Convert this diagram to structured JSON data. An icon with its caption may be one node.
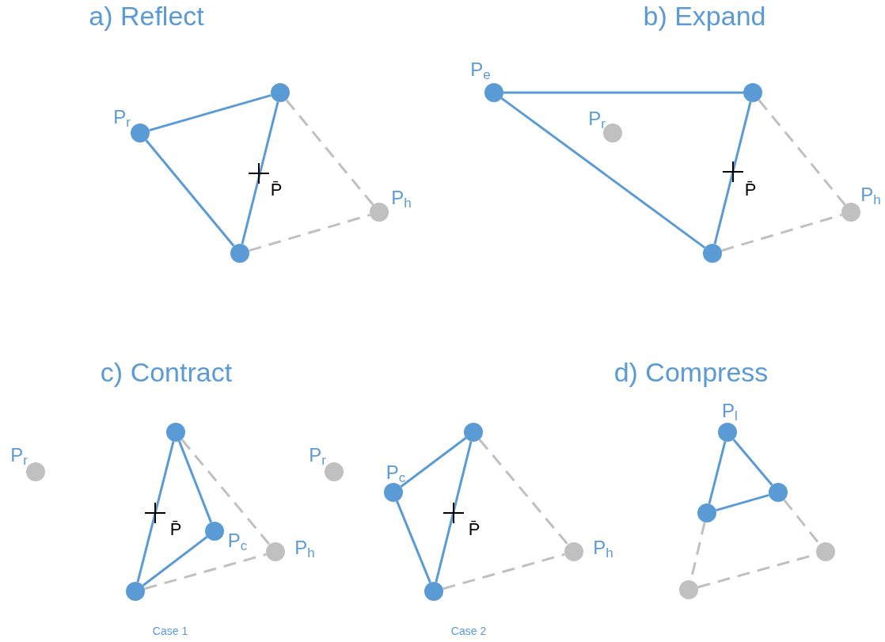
{
  "diagram": {
    "nodes": [
      {
        "text": [],
        "shape": "circle",
        "beside": [
          "P$_{r}$"
        ]
      },
      {
        "text": [],
        "shape": "circle"
      },
      {
        "text": [],
        "shape": "circle"
      },
      {
        "text": [],
        "shape": "circle",
        "beside": [
          "P$_{h}$"
        ]
      },
      {
        "text": [],
        "shape": "circle",
        "beside": [
          "P$_{e}$"
        ]
      },
      {
        "text": [],
        "shape": "circle"
      },
      {
        "text": [],
        "shape": "circle",
        "beside": [
          "P$_{r}$"
        ]
      },
      {
        "text": [],
        "shape": "circle",
        "beside": [
          "P$_{h}$"
        ]
      },
      {
        "text": [],
        "shape": "circle"
      },
      {
        "text": [],
        "shape": "circle",
        "beside": [
          "P$_{r}$"
        ]
      },
      {
        "text": [],
        "shape": "circle"
      },
      {
        "text": [],
        "shape": "circle",
        "beside": [
          "P$_{c}$"
        ]
      },
      {
        "text": [],
        "shape": "circle",
        "beside": [
          "P$_{h}$"
        ]
      },
      {
        "text": [],
        "shape": "circle"
      },
      {
        "text": [],
        "shape": "circle",
        "beside": [
          "P$_{r}$"
        ]
      },
      {
        "text": [],
        "shape": "circle"
      },
      {
        "text": [],
        "shape": "circle",
        "beside": [
          "P$_{c}$"
        ]
      },
      {
        "text": [],
        "shape": "circle",
        "beside": [
          "P$_{h}$"
        ]
      },
      {
        "text": [],
        "shape": "circle"
      },
      {
        "text": [],
        "shape": "circle",
        "beside": [
          "P$_{l}$"
        ]
      },
      {
        "text": [],
        "shape": "circle"
      },
      {
        "text": [],
        "shape": "circle"
      },
      {
        "text": [],
        "shape": "circle"
      },
      {
        "text": [],
        "shape": "circle"
      }
    ],
    "edges": [
      {
        "from": 0,
        "to": 1,
        "arrow": "none"
      },
      {
        "from": 1,
        "to": 2,
        "arrow": "none"
      },
      {
        "from": 2,
        "to": 0,
        "arrow": "none"
      },
      {
        "from": 1,
        "to": 3,
        "arrow": "none",
        "style": "dashed",
        "color": "#c0c0c0"
      },
      {
        "from": 2,
        "to": 3,
        "arrow": "none",
        "style": "dashed",
        "color": "#c0c0c0"
      },
      {
        "from": 4,
        "to": 5,
        "arrow": "none"
      },
      {
        "from": 5,
        "to": 8,
        "arrow": "none"
      },
      {
        "from": 8,
        "to": 4,
        "arrow": "none"
      },
      {
        "from": 5,
        "to": 7,
        "arrow": "none",
        "style": "dashed",
        "color": "#c0c0c0"
      },
      {
        "from": 8,
        "to": 7,
        "arrow": "none",
        "style": "dashed",
        "color": "#c0c0c0"
      },
      {
        "from": 10,
        "to": 13,
        "arrow": "none"
      },
      {
        "from": 10,
        "to": 11,
        "arrow": "none"
      },
      {
        "from": 11,
        "to": 13,
        "arrow": "none"
      },
      {
        "from": 10,
        "to": 12,
        "arrow": "none",
        "style": "dashed",
        "color": "#c0c0c0"
      },
      {
        "from": 13,
        "to": 12,
        "arrow": "none",
        "style": "dashed",
        "color": "#c0c0c0"
      },
      {
        "from": 16,
        "to": 15,
        "arrow": "none"
      },
      {
        "from": 16,
        "to": 18,
        "arrow": "none"
      },
      {
        "from": 15,
        "to": 18,
        "arrow": "none"
      },
      {
        "from": 15,
        "to": 17,
        "arrow": "none",
        "style": "dashed",
        "color": "#c0c0c0"
      },
      {
        "from": 18,
        "to": 17,
        "arrow": "none",
        "style": "dashed",
        "color": "#c0c0c0"
      },
      {
        "from": 19,
        "to": 21,
        "arrow": "none"
      },
      {
        "from": 19,
        "to": 20,
        "arrow": "none"
      },
      {
        "from": 21,
        "to": 20,
        "arrow": "none"
      },
      {
        "from": 21,
        "to": 23,
        "arrow": "none",
        "style": "dashed",
        "color": "#c0c0c0"
      },
      {
        "from": 23,
        "to": 22,
        "arrow": "none",
        "style": "dashed",
        "color": "#c0c0c0"
      },
      {
        "from": 20,
        "to": 22,
        "arrow": "none",
        "style": "dashed",
        "color": "#c0c0c0"
      }
    ],
    "labels": [
      "a) Reflect",
      "b) Expand",
      "P̄",
      "P̄",
      "c) Contract",
      "d) Compress",
      "P̄",
      "P̄",
      "Case 1",
      "Case 2"
    ]
  }
}
